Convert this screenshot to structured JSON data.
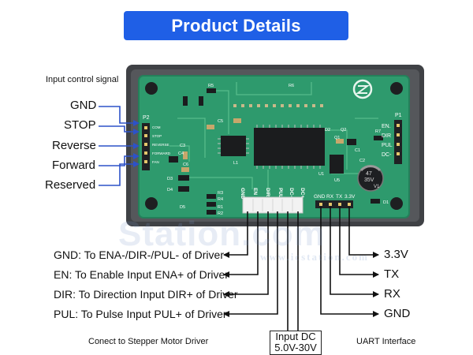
{
  "title": "Product Details",
  "input_signal_label": "Input control signal",
  "input_signals": [
    "GND",
    "STOP",
    "Reverse",
    "Forward",
    "Reserved"
  ],
  "driver_signals": [
    "GND: To ENA-/DIR-/PUL- of Driver",
    "EN: To Enable Input ENA+ of Driver",
    "DIR: To Direction Input DIR+ of Driver",
    "PUL: To Pulse Input PUL+ of Driver"
  ],
  "uart_signals": [
    "3.3V",
    "TX",
    "RX",
    "GND"
  ],
  "footer": {
    "stepper": "Conect to Stepper Motor Driver",
    "uart": "UART Interface"
  },
  "power_input": {
    "line1": "Input DC",
    "line2": "5.0V-30V"
  },
  "watermark": {
    "main": "Station.com",
    "url": "www.icstation.com"
  },
  "board": {
    "header_p2": "P2",
    "header_p1": "P1",
    "p2_pins": [
      "COM",
      "STOP",
      "REVERSE",
      "FORWARD",
      "FAN"
    ],
    "p1_pins": [
      "EN.",
      "DIR",
      "PUL",
      "DC-"
    ],
    "bottom_pins": [
      "GND",
      "EN",
      "DIR",
      "PUL",
      "DC-",
      "DC+"
    ],
    "uart_pins": [
      "GND",
      "RX",
      "TX",
      "3.3V"
    ],
    "silk": [
      "R5",
      "R4",
      "R6",
      "C5",
      "Q1",
      "Q2",
      "D2",
      "R7",
      "C1",
      "C2",
      "C3",
      "C4",
      "C6",
      "D1",
      "D3",
      "D4",
      "D5",
      "R1",
      "R2",
      "R3",
      "U1",
      "U5",
      "L1"
    ],
    "cap_text": [
      "47",
      "35V",
      "V1"
    ]
  },
  "colors": {
    "banner": "#1f5fe6",
    "arrow": "#2d52c8",
    "pcb": "#2e9a6d",
    "case": "#4a4c50",
    "wire": "#111111"
  }
}
